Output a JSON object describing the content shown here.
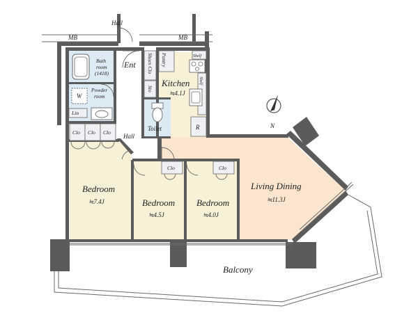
{
  "rooms": {
    "bedroom1": {
      "name": "Bedroom",
      "size": "≒7.4J"
    },
    "bedroom2": {
      "name": "Bedroom",
      "size": "≒4.5J"
    },
    "bedroom3": {
      "name": "Bedroom",
      "size": "≒4.0J"
    },
    "living": {
      "name": "Living Dining",
      "size": "≒11.3J"
    },
    "kitchen": {
      "name": "Kitchen",
      "size": "≒4.1J"
    },
    "bath": {
      "name": "Bath",
      "line2": "room",
      "line3": "(1418)"
    },
    "powder": {
      "name": "Powder",
      "line2": "room"
    },
    "toilet": {
      "name": "Toilet"
    },
    "balcony": {
      "name": "Balcony"
    }
  },
  "labels": {
    "hall_top": "Hall",
    "hall_inner": "Hall",
    "mb_left": "MB",
    "mb_right": "MB",
    "ent": "Ent",
    "shoes_clo": "Shoes Clo",
    "pantry": "Pantry",
    "shelf_top": "Shelf",
    "shelf_side": "Shelf",
    "sto": "Sto",
    "w": "W",
    "lin": "Lin",
    "clo_a": "Clo",
    "clo_b": "Clo",
    "clo_c": "Clo",
    "clo_d": "Clo",
    "clo_e": "Clo",
    "r": "R",
    "compass_n": "N"
  },
  "colors": {
    "bedroom": "#f8f1d8",
    "living": "#fbe5cf",
    "wet": "#dbeaf3",
    "wall": "#5b5b5b"
  },
  "icons": [
    "compass-icon",
    "bathtub-icon",
    "washbasin-icon",
    "toilet-icon",
    "stove-icon",
    "sink-icon",
    "washing-machine-icon"
  ]
}
